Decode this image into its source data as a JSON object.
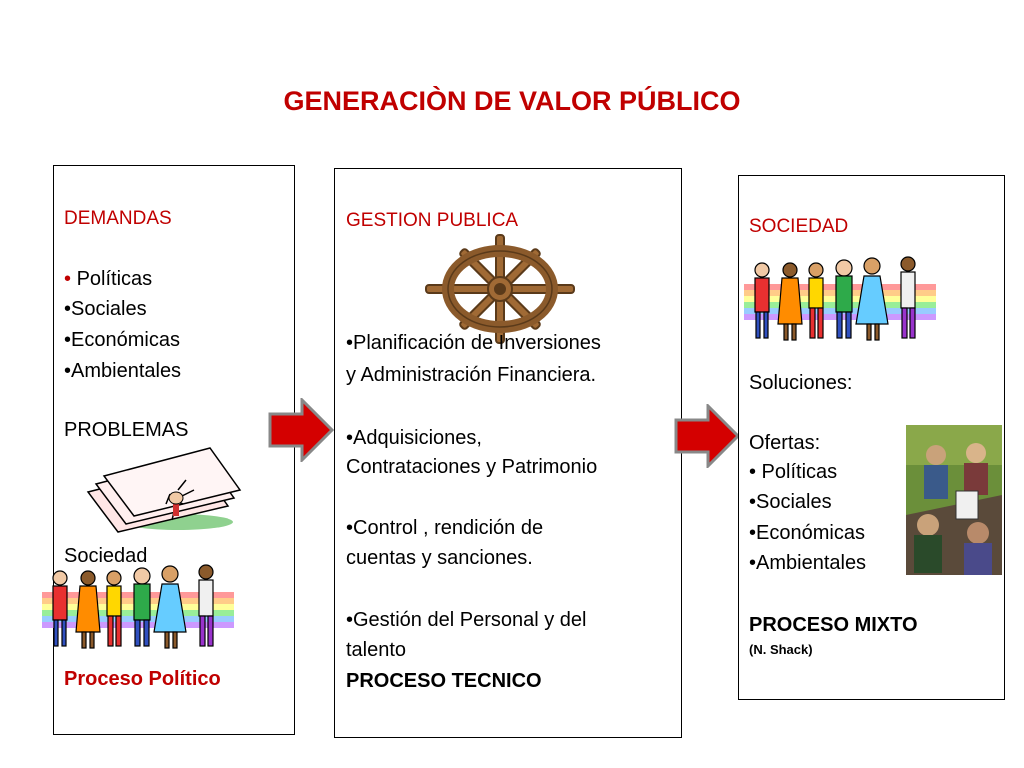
{
  "title": "GENERACIÒN DE VALOR PÚBLICO",
  "left": {
    "heading": "DEMANDAS",
    "bullet_first": "•",
    "item_first": " Políticas",
    "items": [
      "•Sociales",
      "•Económicas",
      "•Ambientales"
    ],
    "problems": "PROBLEMAS",
    "society": "Sociedad",
    "process": "Proceso  Político"
  },
  "middle": {
    "heading": "GESTION PUBLICA",
    "p1_l1": "•Planificación de Inversiones",
    "p1_l2": "y Administración Financiera.",
    "p2_l1": "•Adquisiciones,",
    "p2_l2": "Contrataciones y Patrimonio",
    "p3_l1": "•Control , rendición de",
    "p3_l2": "cuentas y sanciones.",
    "p4_l1": "•Gestión del Personal y del",
    "p4_l2": "talento",
    "process": "PROCESO TECNICO"
  },
  "right": {
    "heading": "SOCIEDAD",
    "solutions": "Soluciones:",
    "offers": "Ofertas:",
    "items": [
      "• Políticas",
      "•Sociales",
      "•Económicas",
      "•Ambientales"
    ],
    "process": "PROCESO MIXTO",
    "author": "(N. Shack)"
  },
  "colors": {
    "title": "#c00000",
    "arrow": "#d40000",
    "wheel": "#8b5a2b"
  },
  "icons": [
    "ship-wheel-icon",
    "people-chain-icon",
    "papers-icon",
    "meeting-icon",
    "arrow-right-icon"
  ]
}
